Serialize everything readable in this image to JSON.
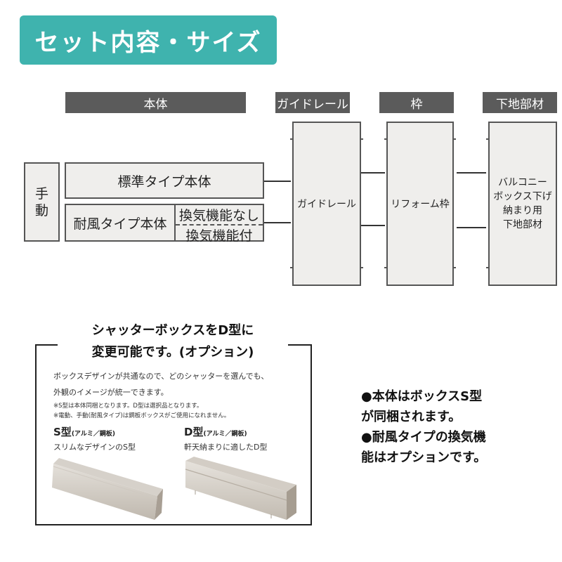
{
  "title": "セット内容・サイズ",
  "headers": {
    "body": "本体",
    "guide_rail": "ガイドレール",
    "frame": "枠",
    "base": "下地部材"
  },
  "manual": {
    "label_line1": "手",
    "label_line2": "動"
  },
  "standard_body": "標準タイプ本体",
  "wind_body": "耐風タイプ本体",
  "no_vent": "換気機能なし",
  "with_vent": "換気機能付",
  "guide_rail_panel": "ガイドレール",
  "frame_panel": "リフォーム枠",
  "base_panel": [
    "バルコニー",
    "ボックス下げ",
    "納まり用",
    "下地部材"
  ],
  "option": {
    "title_line1": "シャッターボックスをD型に",
    "title_line2": "変更可能です。(オプション)",
    "desc_line1": "ボックスデザインが共通なので、どのシャッターを選んでも、",
    "desc_line2": "外観のイメージが統一できます。",
    "note1": "※S型は本体同梱となります。D型は選択品となります。",
    "note2": "※電動、手動(耐風タイプ)は鋼板ボックスがご使用になれません。",
    "s_type": {
      "name": "S型",
      "material": "(アルミ／鋼板)",
      "desc": "スリムなデザインのS型"
    },
    "d_type": {
      "name": "D型",
      "material": "(アルミ／鋼板)",
      "desc": "軒天納まりに適したD型"
    }
  },
  "notes": [
    "●本体はボックスS型",
    "が同梱されます。",
    "●耐風タイプの換気機",
    "能はオプションです。"
  ],
  "colors": {
    "accent": "#3fb3ae",
    "header_bg": "#5b5b5b",
    "panel_bg": "#efeeec"
  }
}
